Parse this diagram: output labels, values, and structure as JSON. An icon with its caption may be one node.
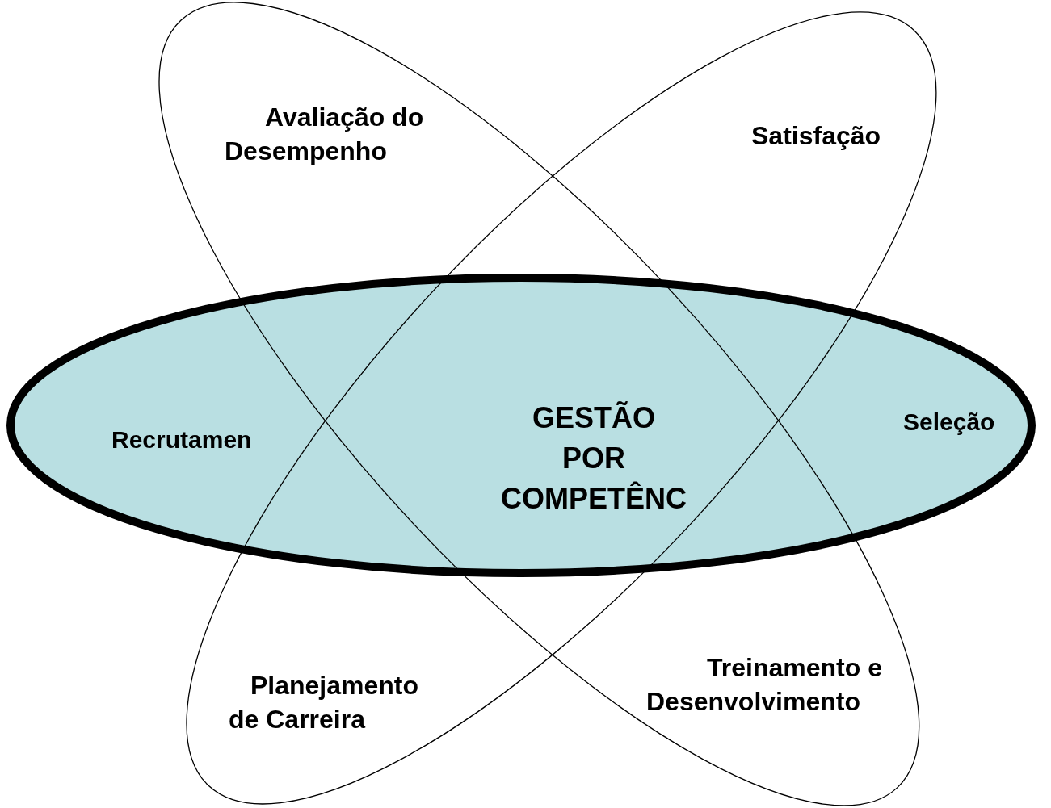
{
  "diagram": {
    "nodes": [
      {
        "text": [
          "Avaliação do Desempenho",
          "Treinamento e Desenvolvimento"
        ]
      },
      {
        "text": [
          "Satisfação",
          "Planejamento de Carreira"
        ]
      },
      {
        "text": [
          "Recrutamen",
          "GESTÃO POR COMPETÊNC",
          "Seleção"
        ]
      }
    ]
  }
}
